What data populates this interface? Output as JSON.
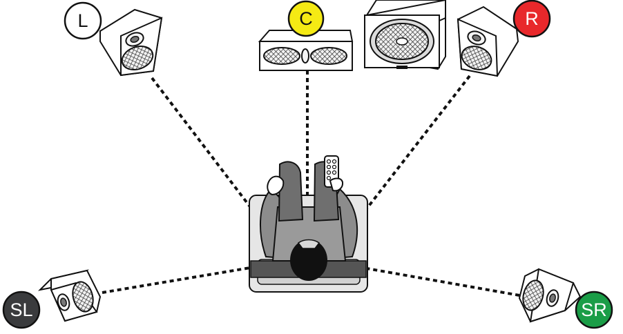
{
  "channels": {
    "left": {
      "label": "L",
      "color": "#ffffff",
      "text_color": "#111111"
    },
    "center": {
      "label": "C",
      "color": "#f5ea14",
      "text_color": "#111111"
    },
    "right": {
      "label": "R",
      "color": "#e8282b",
      "text_color": "#ffffff"
    },
    "surround_left": {
      "label": "SL",
      "color": "#3a3b3d",
      "text_color": "#ffffff"
    },
    "surround_right": {
      "label": "SR",
      "color": "#1a9d47",
      "text_color": "#ffffff"
    }
  },
  "colors": {
    "chair_outer": "#e6e6e6",
    "chair_seat": "#cfcfcf",
    "chair_back": "#5a5a5a",
    "person_clothes": "#8b8b8b",
    "person_legs": "#6e6e6e",
    "hair": "#111111"
  },
  "icons": [
    "left-speaker-icon",
    "center-speaker-icon",
    "subwoofer-icon",
    "right-speaker-icon",
    "surround-left-speaker-icon",
    "surround-right-speaker-icon",
    "listener-icon",
    "remote-control-icon"
  ]
}
